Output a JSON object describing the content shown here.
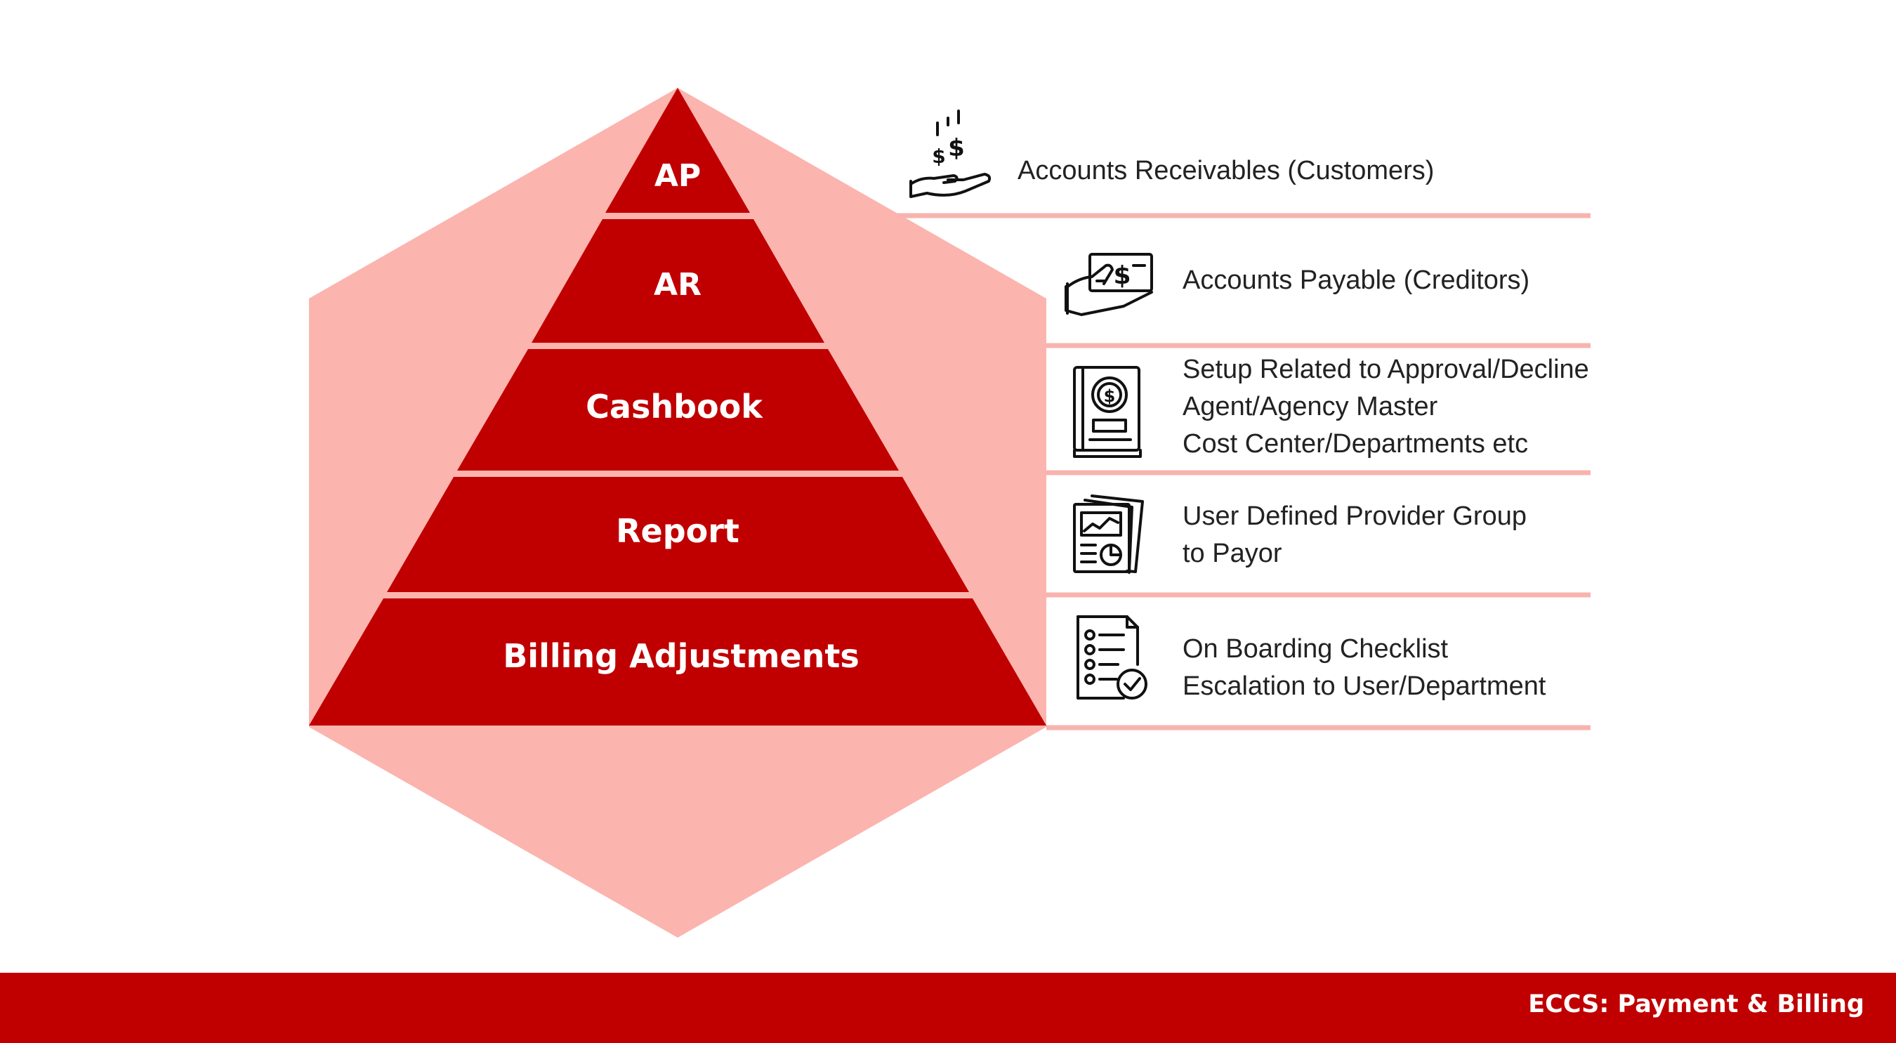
{
  "colors": {
    "primary": "#C00000",
    "light": "#FCB4AE",
    "text": "#222222",
    "background": "#FFFFFF"
  },
  "pyramid": {
    "levels": [
      {
        "label": "AP"
      },
      {
        "label": "AR"
      },
      {
        "label": "Cashbook"
      },
      {
        "label": "Report"
      },
      {
        "label": "Billing Adjustments"
      }
    ]
  },
  "descriptions": [
    {
      "icon": "hand-coins-icon",
      "lines": [
        "Accounts Receivables (Customers)"
      ]
    },
    {
      "icon": "hand-cash-icon",
      "lines": [
        "Accounts Payable (Creditors)"
      ]
    },
    {
      "icon": "ledger-book-icon",
      "lines": [
        "Setup Related to Approval/Decline",
        "Agent/Agency Master",
        "Cost Center/Departments etc"
      ]
    },
    {
      "icon": "report-chart-icon",
      "lines": [
        "User Defined Provider Group",
        "to Payor"
      ]
    },
    {
      "icon": "checklist-icon",
      "lines": [
        "On Boarding Checklist",
        "Escalation to User/Department"
      ]
    }
  ],
  "footer": {
    "title": "ECCS: Payment & Billing"
  }
}
